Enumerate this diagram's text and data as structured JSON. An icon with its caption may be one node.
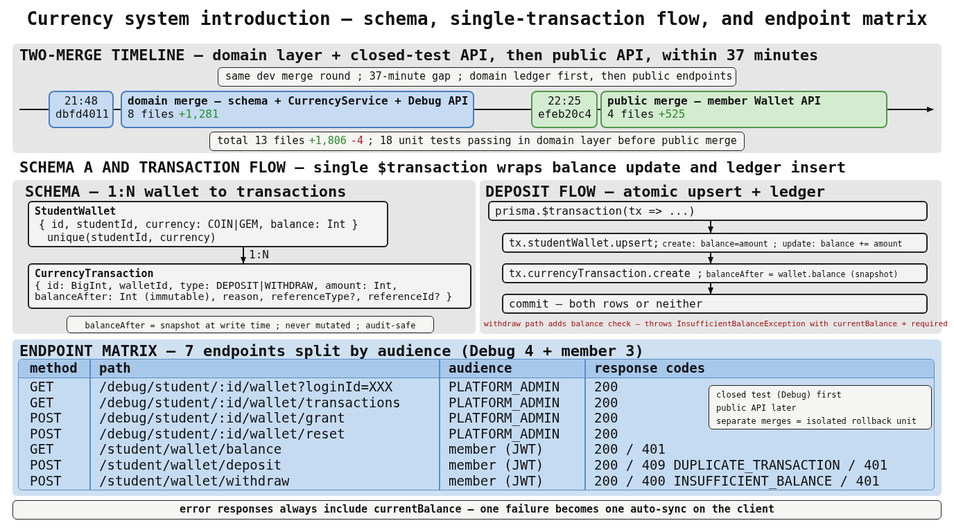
{
  "diagram": {
    "title": "Currency system introduction — schema, single-transaction flow, and endpoint matrix",
    "nodes": [
      {
        "text": [
          "TWO-MERGE TIMELINE — domain layer + closed-test API, then public API, within 37 minutes"
        ]
      },
      {
        "text": [
          "same dev merge round  ;  37-minute gap  ;  domain ledger first, then public endpoints"
        ],
        "in": 0
      },
      {
        "text": [
          "21:48",
          "dbfd4011"
        ],
        "in": 0
      },
      {
        "text": [
          "domain merge — schema + CurrencyService + Debug API",
          "8 files",
          "+1,281"
        ],
        "in": 0
      },
      {
        "text": [
          "22:25",
          "efeb20c4"
        ],
        "in": 0
      },
      {
        "text": [
          "public merge — member Wallet API",
          "4 files",
          "+525"
        ],
        "in": 0
      },
      {
        "text": [
          "total 13 files",
          "+1,806",
          "-4",
          ";  18 unit tests passing in domain layer before public merge"
        ],
        "in": 0
      },
      {
        "text": [
          "SCHEMA — 1:N wallet to transactions"
        ]
      },
      {
        "text": [
          "StudentWallet",
          "{ id, studentId, currency: COIN|GEM, balance: Int }",
          "unique(studentId, currency)"
        ],
        "in": 7
      },
      {
        "text": [
          "CurrencyTransaction",
          "{ id: BigInt, walletId, type: DEPOSIT|WITHDRAW, amount: Int, balanceAfter: Int (immutable), reason, referenceType?, referenceId? }"
        ],
        "in": 7
      },
      {
        "text": [
          "balanceAfter = snapshot at write time  ;  never mutated  ;  audit-safe"
        ],
        "in": 7
      },
      {
        "text": [
          "DEPOSIT FLOW — atomic upsert + ledger"
        ]
      },
      {
        "text": [
          "prisma.$transaction(tx => ...)"
        ],
        "in": 11
      },
      {
        "text": [
          "tx.studentWallet.upsert;",
          "create: balance=amount ; update: balance += amount"
        ],
        "in": 11
      },
      {
        "text": [
          "tx.currencyTransaction.create ;",
          "balanceAfter = wallet.balance (snapshot)"
        ],
        "in": 11
      },
      {
        "text": [
          "commit — both rows or neither"
        ],
        "in": 11
      },
      {
        "text": [
          "ENDPOINT MATRIX — 7 endpoints split by audience (Debug 4 + member 3)"
        ]
      },
      {
        "text": [
          "closed test (Debug) first",
          "public API later",
          "separate merges = isolated rollback unit"
        ],
        "in": 16
      },
      {
        "text": [
          "error responses always include currentBalance — one failure becomes one auto-sync on the client"
        ]
      }
    ],
    "edges": [
      {
        "from": null,
        "to": 2,
        "arrow": "none"
      },
      {
        "from": 2,
        "to": 3,
        "arrow": "none"
      },
      {
        "from": 3,
        "to": 4,
        "arrow": "none"
      },
      {
        "from": 4,
        "to": 5,
        "arrow": "none"
      },
      {
        "from": 5,
        "to": null,
        "arrow": "to"
      },
      {
        "from": 8,
        "to": 9,
        "arrow": "to",
        "label": "1:N"
      },
      {
        "from": 12,
        "to": 13,
        "arrow": "to"
      },
      {
        "from": 13,
        "to": 14,
        "arrow": "to"
      },
      {
        "from": 14,
        "to": 15,
        "arrow": "to"
      }
    ],
    "labels": [
      "SCHEMA A AND TRANSACTION FLOW — single $transaction wraps balance update and ledger insert",
      "withdraw path adds balance check — throws InsufficientBalanceException with currentBalance + required",
      "method",
      "path",
      "audience",
      "response codes",
      "GET",
      "/debug/student/:id/wallet?loginId=XXX",
      "PLATFORM_ADMIN",
      "200",
      "GET",
      "/debug/student/:id/wallet/transactions",
      "PLATFORM_ADMIN",
      "200",
      "POST",
      "/debug/student/:id/wallet/grant",
      "PLATFORM_ADMIN",
      "200",
      "POST",
      "/debug/student/:id/wallet/reset",
      "PLATFORM_ADMIN",
      "200",
      "GET",
      "/student/wallet/balance",
      "member (JWT)",
      "200 / 401",
      "POST",
      "/student/wallet/deposit",
      "member (JWT)",
      "200 / 409 DUPLICATE_TRANSACTION / 401",
      "POST",
      "/student/wallet/withdraw",
      "member (JWT)",
      "200 / 400 INSUFFICIENT_BALANCE / 401"
    ]
  }
}
